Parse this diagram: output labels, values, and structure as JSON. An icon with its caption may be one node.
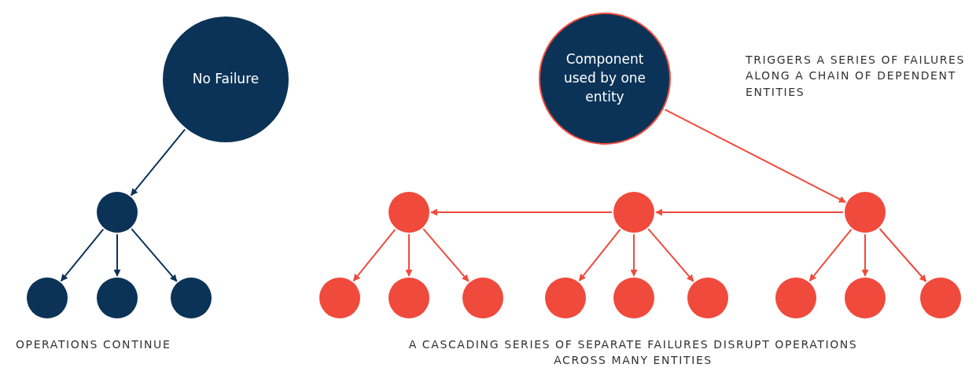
{
  "diagram": {
    "nodes": [
      {
        "text": [
          "No Failure"
        ]
      },
      {
        "text": [],
        "shape": "circle"
      },
      {
        "text": [],
        "shape": "circle"
      },
      {
        "text": [],
        "shape": "circle"
      },
      {
        "text": [],
        "shape": "circle"
      },
      {
        "text": [
          "Component used by one entity"
        ]
      },
      {
        "text": [],
        "shape": "circle"
      },
      {
        "text": [],
        "shape": "circle"
      },
      {
        "text": [],
        "shape": "circle"
      },
      {
        "text": [],
        "shape": "circle"
      },
      {
        "text": [],
        "shape": "circle"
      },
      {
        "text": [],
        "shape": "circle"
      },
      {
        "text": [],
        "shape": "circle"
      },
      {
        "text": [],
        "shape": "circle"
      },
      {
        "text": [],
        "shape": "circle"
      },
      {
        "text": [],
        "shape": "circle"
      },
      {
        "text": [],
        "shape": "circle"
      },
      {
        "text": [],
        "shape": "circle"
      }
    ],
    "edges": [
      {
        "from": 0,
        "to": 1,
        "arrow": "to",
        "color": "#0b3357"
      },
      {
        "from": 1,
        "to": 2,
        "arrow": "to",
        "color": "#0b3357"
      },
      {
        "from": 1,
        "to": 3,
        "arrow": "to",
        "color": "#0b3357"
      },
      {
        "from": 1,
        "to": 4,
        "arrow": "to",
        "color": "#0b3357"
      },
      {
        "from": 5,
        "to": 8,
        "arrow": "to"
      },
      {
        "from": 8,
        "to": 7,
        "arrow": "to"
      },
      {
        "from": 7,
        "to": 6,
        "arrow": "to"
      },
      {
        "from": 6,
        "to": 9,
        "arrow": "to"
      },
      {
        "from": 6,
        "to": 10,
        "arrow": "to"
      },
      {
        "from": 6,
        "to": 11,
        "arrow": "to"
      },
      {
        "from": 7,
        "to": 12,
        "arrow": "to"
      },
      {
        "from": 7,
        "to": 13,
        "arrow": "to"
      },
      {
        "from": 7,
        "to": 14,
        "arrow": "to"
      },
      {
        "from": 8,
        "to": 15,
        "arrow": "to"
      },
      {
        "from": 8,
        "to": 16,
        "arrow": "to"
      },
      {
        "from": 8,
        "to": 17,
        "arrow": "to"
      }
    ],
    "labels": [
      "TRIGGERS A SERIES OF FAILURES ALONG A CHAIN OF DEPENDENT ENTITIES",
      "OPERATIONS CONTINUE",
      "A CASCADING SERIES OF SEPARATE FAILURES DISRUPT OPERATIONS ACROSS MANY ENTITIES"
    ]
  }
}
